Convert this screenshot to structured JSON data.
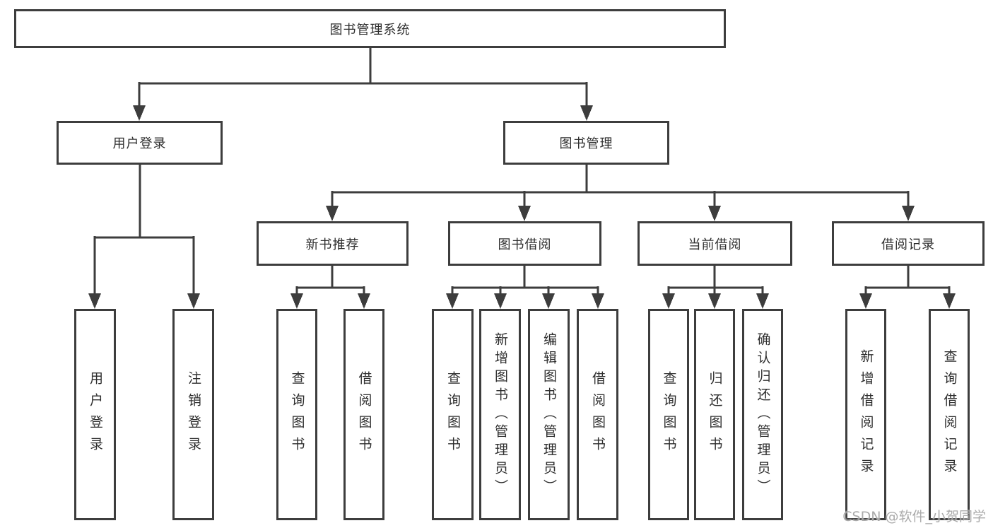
{
  "diagram": {
    "title": "图书管理系统",
    "type": "function-structure-tree"
  },
  "tree": {
    "label": "图书管理系统",
    "children": [
      {
        "label": "用户登录",
        "children": [
          {
            "label": "用户登录"
          },
          {
            "label": "注销登录"
          }
        ]
      },
      {
        "label": "图书管理",
        "children": [
          {
            "label": "新书推荐",
            "children": [
              {
                "label": "查询图书"
              },
              {
                "label": "借阅图书"
              }
            ]
          },
          {
            "label": "图书借阅",
            "children": [
              {
                "label": "查询图书"
              },
              {
                "label": "新增图书（管理员）"
              },
              {
                "label": "编辑图书（管理员）"
              },
              {
                "label": "借阅图书"
              }
            ]
          },
          {
            "label": "当前借阅",
            "children": [
              {
                "label": "查询图书"
              },
              {
                "label": "归还图书"
              },
              {
                "label": "确认归还（管理员）"
              }
            ]
          },
          {
            "label": "借阅记录",
            "children": [
              {
                "label": "新增借阅记录"
              },
              {
                "label": "查询借阅记录"
              }
            ]
          }
        ]
      }
    ]
  },
  "watermark": {
    "text": "CSDN @软件_小贺同学"
  },
  "colors": {
    "background": "#ffffff",
    "line": "#3d3d3d",
    "box_border": "#3d3d3d",
    "text": "#2e2e2e",
    "watermark": "#a2a2a2"
  }
}
